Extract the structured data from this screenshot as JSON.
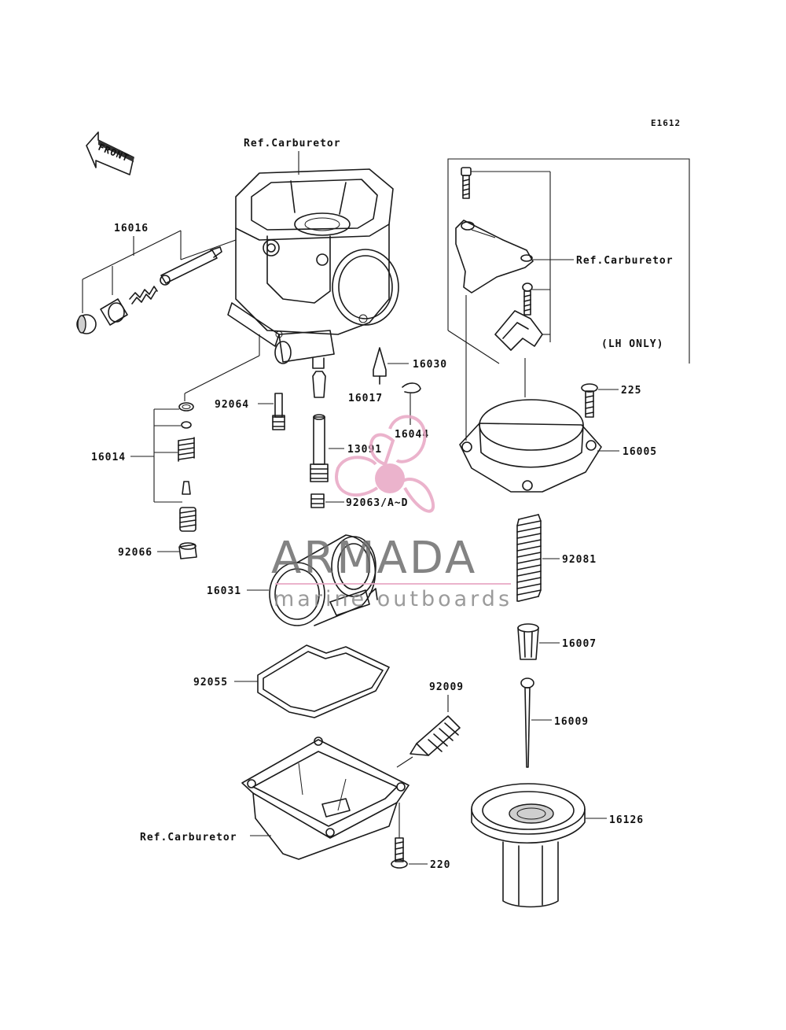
{
  "diagram_code": "E1612",
  "front_label": "FRONT",
  "ref_carburetor": "Ref.Carburetor",
  "lh_only": "(LH ONLY)",
  "parts": {
    "p16016": "16016",
    "p16014": "16014",
    "p92066": "92066",
    "p92064": "92064",
    "p16017": "16017",
    "p16030": "16030",
    "p16044": "16044",
    "p13091": "13091",
    "p92063": "92063/A~D",
    "p225": "225",
    "p16005": "16005",
    "p16031": "16031",
    "p92081": "92081",
    "p16007": "16007",
    "p92055": "92055",
    "p92009": "92009",
    "p16009": "16009",
    "p16126": "16126",
    "p220": "220"
  },
  "watermark": {
    "brand": "ARMADA",
    "tagline": "marine outboards",
    "accent_color": "#e8a6c4"
  }
}
